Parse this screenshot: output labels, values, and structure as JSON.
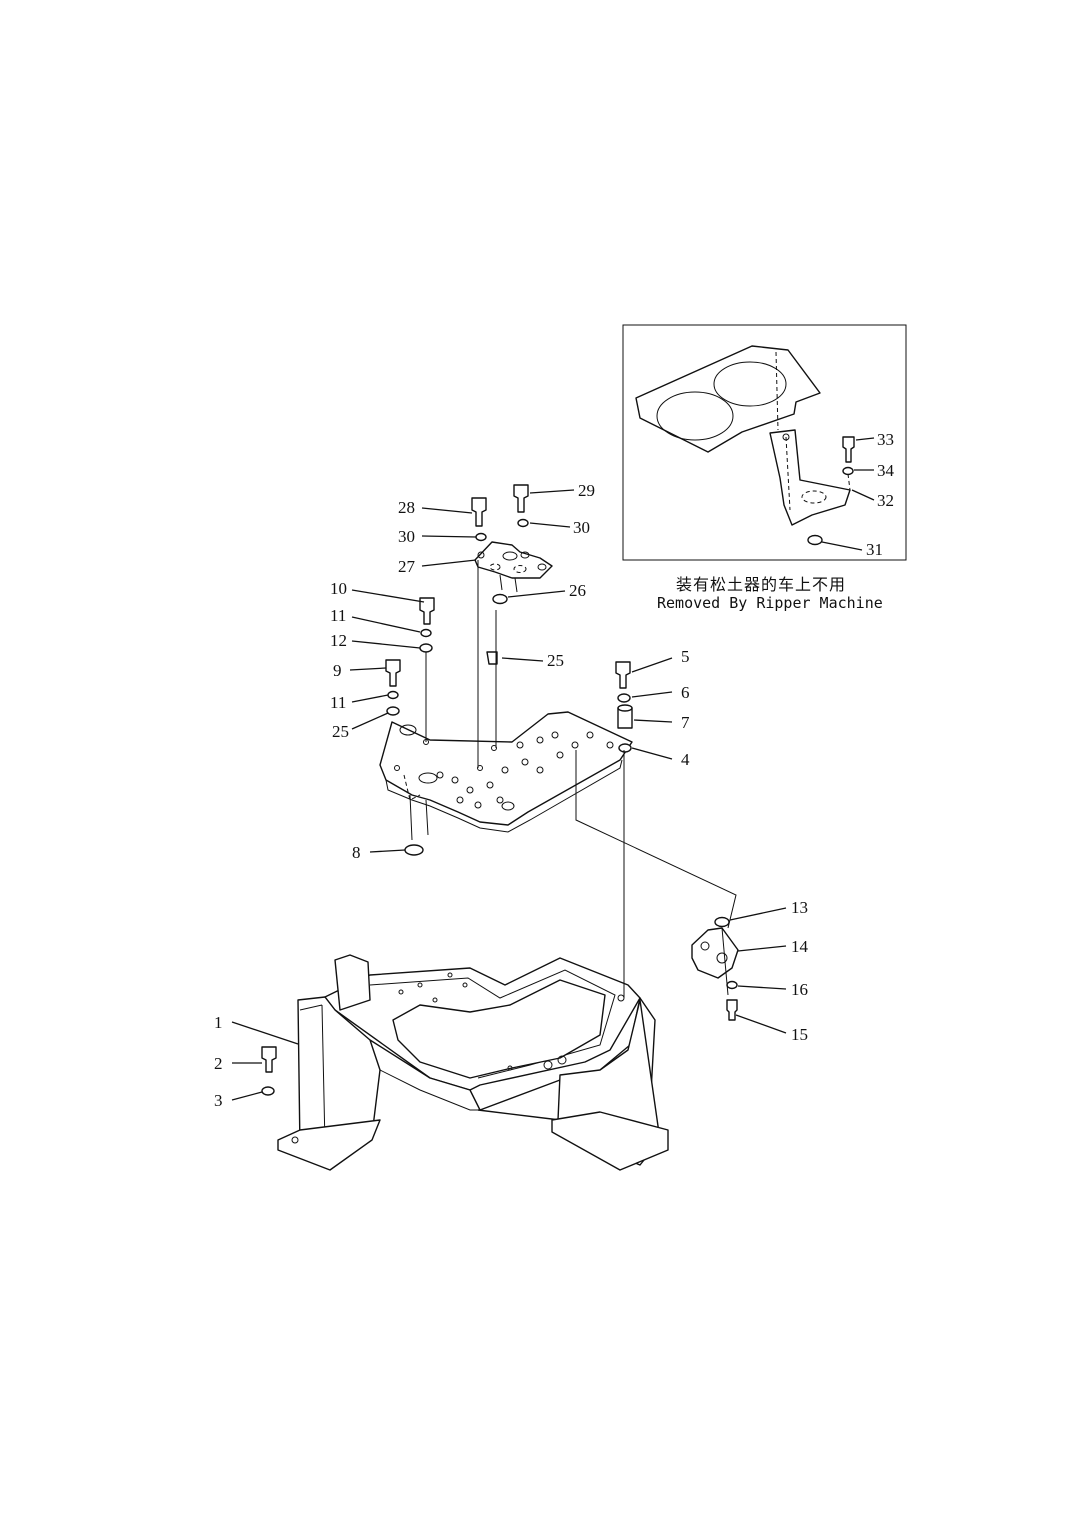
{
  "inset_note": {
    "chinese": "装有松土器的车上不用",
    "english": "Removed By Ripper Machine"
  },
  "callouts": [
    "1",
    "2",
    "3",
    "4",
    "5",
    "6",
    "7",
    "8",
    "9",
    "10",
    "11",
    "11",
    "12",
    "13",
    "14",
    "15",
    "16",
    "25",
    "25",
    "26",
    "27",
    "28",
    "29",
    "30",
    "30",
    "31",
    "32",
    "33",
    "34"
  ]
}
